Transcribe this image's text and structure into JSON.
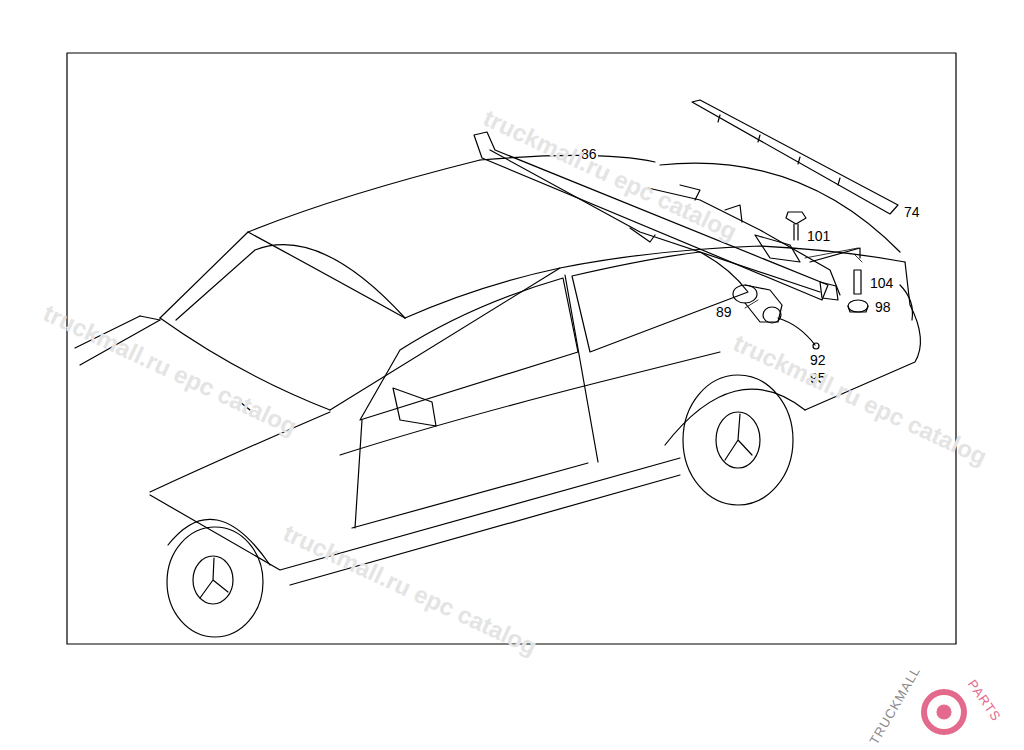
{
  "diagram": {
    "labels": [
      "86",
      "74",
      "101",
      "104",
      "98",
      "89",
      "92",
      "95",
      "truckmall.ru epc catalog",
      "truckmall.ru epc catalog",
      "truckmall.ru epc catalog",
      "truckmall.ru epc catalog",
      "TRUCKMALL",
      "PARTS"
    ]
  }
}
